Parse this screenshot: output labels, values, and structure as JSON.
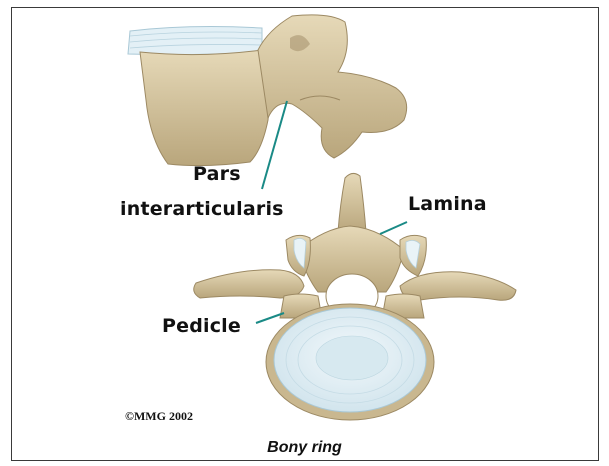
{
  "labels": {
    "pars_line1": "Pars",
    "pars_line2": "interarticularis",
    "lamina": "Lamina",
    "pedicle": "Pedicle"
  },
  "copyright": "©MMG 2002",
  "caption": "Bony ring",
  "colors": {
    "bone": "#d6c7a3",
    "bone_shadow": "#b8a67e",
    "disc": "#dfeef4",
    "disc_edge": "#a9c8d6",
    "leader_line": "#1a8a86",
    "frame": "#3a3a3a"
  }
}
